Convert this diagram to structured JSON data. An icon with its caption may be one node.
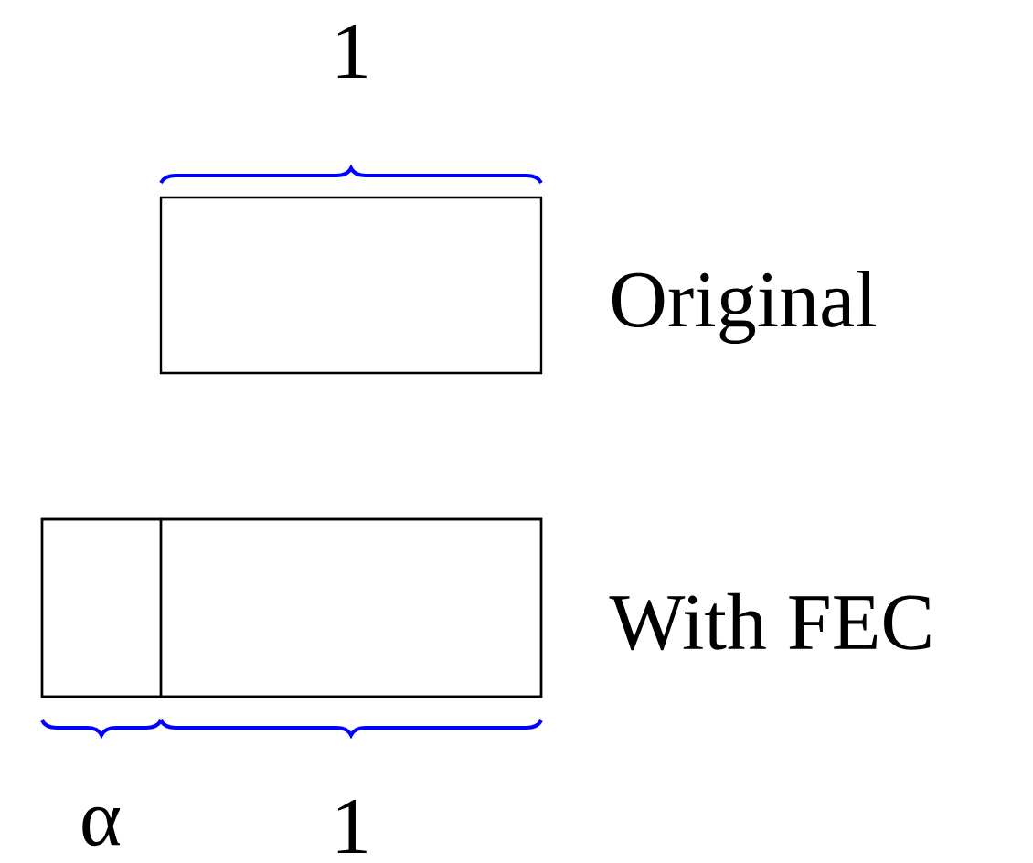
{
  "diagram": {
    "nodes": [
      {
        "text": [],
        "shape": "box",
        "beside": [
          "Original"
        ]
      },
      {
        "text": [],
        "shape": "box",
        "beside": [
          "With FEC"
        ]
      },
      {
        "text": [],
        "shape": "box",
        "in": 1
      },
      {
        "text": [],
        "shape": "box",
        "in": 1
      }
    ],
    "labels": [
      "1",
      "α",
      "1"
    ]
  }
}
